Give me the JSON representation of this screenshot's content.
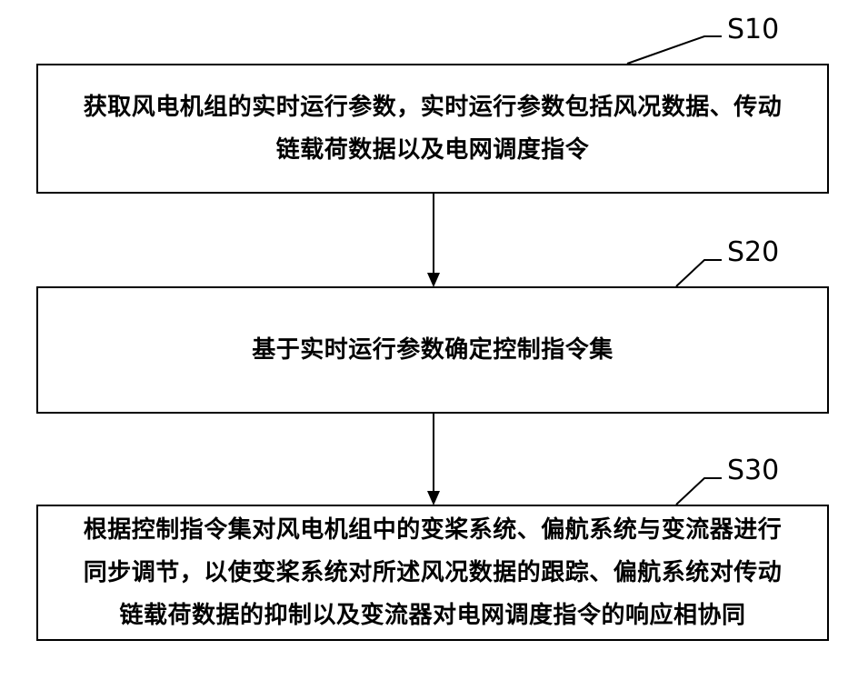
{
  "figure": {
    "colors": {
      "line": "#000000",
      "text": "#000000",
      "background": "#ffffff"
    },
    "steps": [
      {
        "label": "S10",
        "lines": [
          "获取风电机组的实时运行参数，实时运行参数包括风况数据、传动",
          "链载荷数据以及电网调度指令"
        ]
      },
      {
        "label": "S20",
        "lines": [
          "基于实时运行参数确定控制指令集"
        ]
      },
      {
        "label": "S30",
        "lines": [
          "根据控制指令集对风电机组中的变桨系统、偏航系统与变流器进行",
          "同步调节，以使变桨系统对所述风况数据的跟踪、偏航系统对传动",
          "链载荷数据的抑制以及变流器对电网调度指令的响应相协同"
        ]
      }
    ]
  }
}
